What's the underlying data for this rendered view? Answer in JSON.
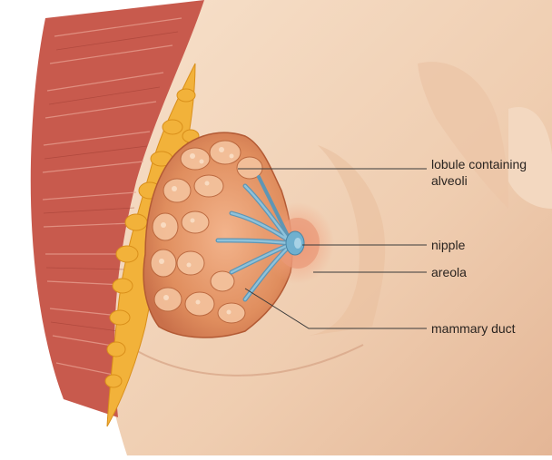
{
  "labels": {
    "lobule_line1": "lobule containing",
    "lobule_line2": "alveoli",
    "nipple": "nipple",
    "areola": "areola",
    "mammary_duct": "mammary duct"
  },
  "colors": {
    "background": "#ffffff",
    "skin": "#f0d2b6",
    "skin_shadow": "#d9a98a",
    "muscle": "#c9574a",
    "fat": "#f2b23a",
    "glandular_tissue": "#e59868",
    "ducts": "#6fa7c4",
    "areola": "#e58e6c",
    "leader_lines": "#3a3a3a"
  }
}
